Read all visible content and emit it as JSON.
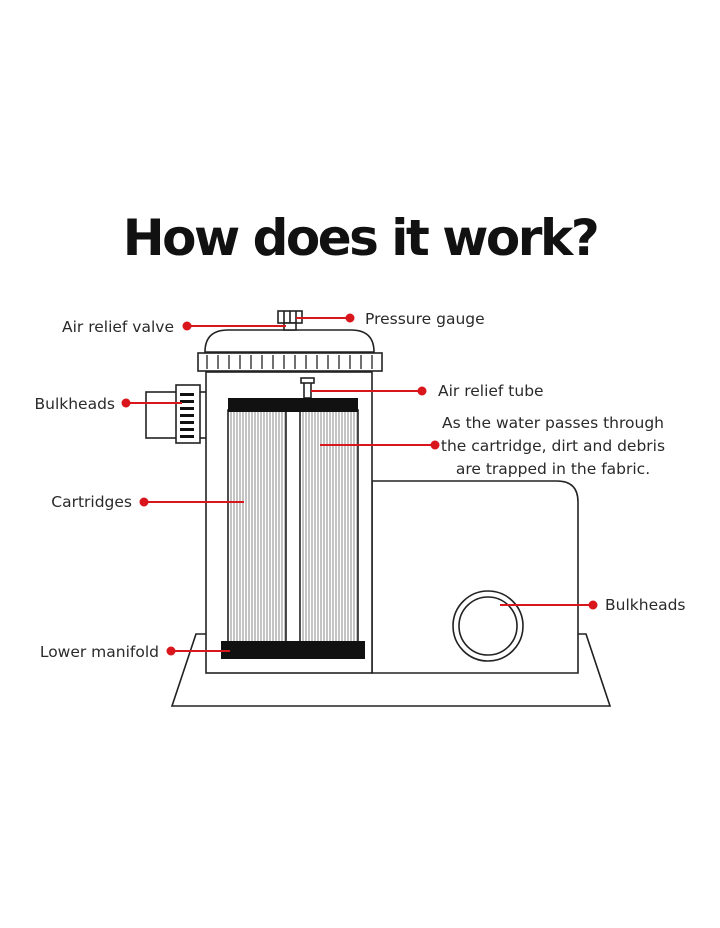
{
  "title": "How does it work?",
  "accent_color": "#d8161b",
  "line_color": "#222222",
  "labels": {
    "air_relief_valve": "Air relief valve",
    "pressure_gauge": "Pressure gauge",
    "bulkheads_left": "Bulkheads",
    "air_relief_tube": "Air relief tube",
    "description_lines": [
      "As the water passes through",
      "the cartridge, dirt and debris",
      "are trapped in the fabric."
    ],
    "cartridges": "Cartridges",
    "bulkheads_right": "Bulkheads",
    "lower_manifold": "Lower manifold"
  }
}
